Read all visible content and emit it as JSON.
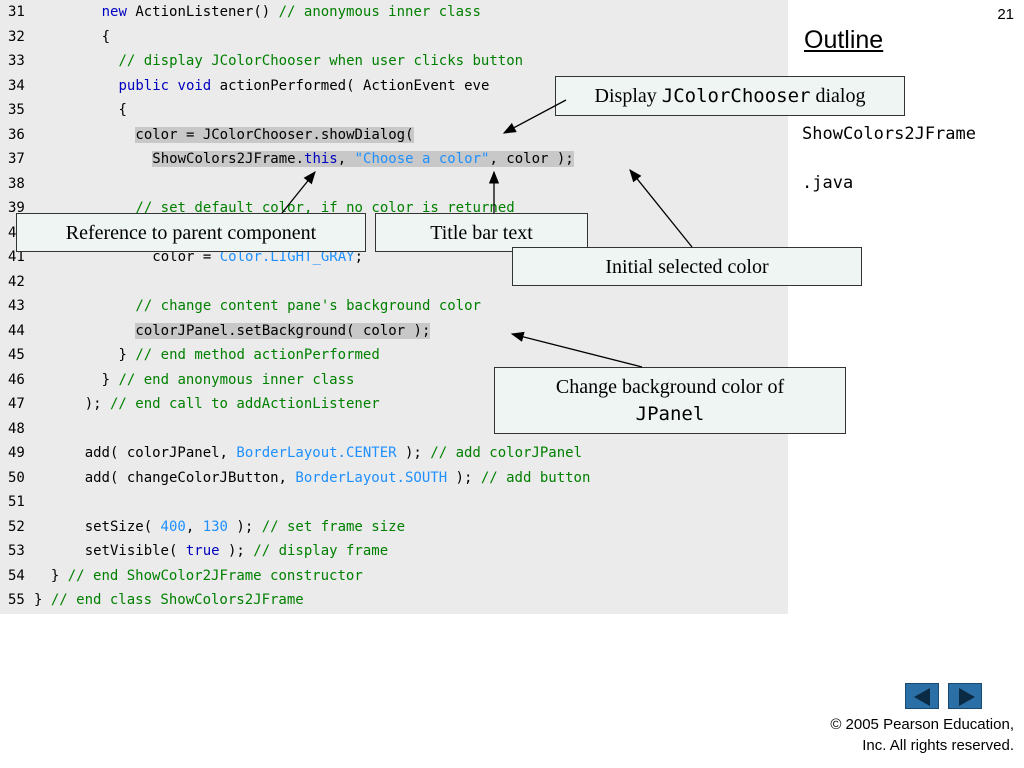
{
  "slide_number": "21",
  "outline_title": "Outline",
  "side_file_lines": [
    "ShowColors2JFrame",
    ".java"
  ],
  "side_partial": ")",
  "code_lines": [
    {
      "n": "31",
      "indent": 8,
      "parts": [
        {
          "t": "new",
          "c": "kw"
        },
        {
          "t": " ActionListener() ",
          "c": ""
        },
        {
          "t": "// anonymous inner class",
          "c": "cm"
        }
      ]
    },
    {
      "n": "32",
      "indent": 8,
      "parts": [
        {
          "t": "{",
          "c": ""
        }
      ]
    },
    {
      "n": "33",
      "indent": 10,
      "parts": [
        {
          "t": "// display JColorChooser when user clicks button",
          "c": "cm"
        }
      ]
    },
    {
      "n": "34",
      "indent": 10,
      "parts": [
        {
          "t": "public",
          "c": "kw"
        },
        {
          "t": " ",
          "c": ""
        },
        {
          "t": "void",
          "c": "kw"
        },
        {
          "t": " actionPerformed( ActionEvent eve",
          "c": ""
        }
      ]
    },
    {
      "n": "35",
      "indent": 10,
      "parts": [
        {
          "t": "{",
          "c": ""
        }
      ]
    },
    {
      "n": "36",
      "indent": 12,
      "parts": [
        {
          "t": "color = JColorChooser.showDialog(",
          "c": "hl"
        }
      ]
    },
    {
      "n": "37",
      "indent": 14,
      "parts": [
        {
          "t": "ShowColors2JFrame.",
          "c": "hl"
        },
        {
          "t": "this",
          "c": "hl kw"
        },
        {
          "t": ", ",
          "c": "hl"
        },
        {
          "t": "\"Choose a color\"",
          "c": "hl lit"
        },
        {
          "t": ", color );",
          "c": "hl"
        }
      ]
    },
    {
      "n": "38",
      "indent": 0,
      "parts": []
    },
    {
      "n": "39",
      "indent": 12,
      "parts": [
        {
          "t": "// set default color, if no color is returned",
          "c": "cm"
        }
      ]
    },
    {
      "n": "40",
      "indent": 12,
      "parts": []
    },
    {
      "n": "41",
      "indent": 14,
      "parts": [
        {
          "t": "color = ",
          "c": ""
        },
        {
          "t": "Color.LIGHT_GRAY",
          "c": "lit"
        },
        {
          "t": ";",
          "c": ""
        }
      ]
    },
    {
      "n": "42",
      "indent": 0,
      "parts": []
    },
    {
      "n": "43",
      "indent": 12,
      "parts": [
        {
          "t": "// change content pane's background color",
          "c": "cm"
        }
      ]
    },
    {
      "n": "44",
      "indent": 12,
      "parts": [
        {
          "t": "colorJPanel.setBackground( color );",
          "c": "hl"
        }
      ]
    },
    {
      "n": "45",
      "indent": 10,
      "parts": [
        {
          "t": "} ",
          "c": ""
        },
        {
          "t": "// end method actionPerformed",
          "c": "cm"
        }
      ]
    },
    {
      "n": "46",
      "indent": 8,
      "parts": [
        {
          "t": "} ",
          "c": ""
        },
        {
          "t": "// end anonymous inner class",
          "c": "cm"
        }
      ]
    },
    {
      "n": "47",
      "indent": 6,
      "parts": [
        {
          "t": "); ",
          "c": ""
        },
        {
          "t": "// end call to addActionListener",
          "c": "cm"
        }
      ]
    },
    {
      "n": "48",
      "indent": 0,
      "parts": []
    },
    {
      "n": "49",
      "indent": 6,
      "parts": [
        {
          "t": "add( colorJPanel, ",
          "c": ""
        },
        {
          "t": "BorderLayout.CENTER",
          "c": "lit"
        },
        {
          "t": " ); ",
          "c": ""
        },
        {
          "t": "// add colorJPanel",
          "c": "cm"
        }
      ]
    },
    {
      "n": "50",
      "indent": 6,
      "parts": [
        {
          "t": "add( changeColorJButton, ",
          "c": ""
        },
        {
          "t": "BorderLayout.SOUTH",
          "c": "lit"
        },
        {
          "t": " ); ",
          "c": ""
        },
        {
          "t": "// add button",
          "c": "cm"
        }
      ]
    },
    {
      "n": "51",
      "indent": 0,
      "parts": []
    },
    {
      "n": "52",
      "indent": 6,
      "parts": [
        {
          "t": "setSize( ",
          "c": ""
        },
        {
          "t": "400",
          "c": "lit"
        },
        {
          "t": ", ",
          "c": ""
        },
        {
          "t": "130",
          "c": "lit"
        },
        {
          "t": " ); ",
          "c": ""
        },
        {
          "t": "// set frame size",
          "c": "cm"
        }
      ]
    },
    {
      "n": "53",
      "indent": 6,
      "parts": [
        {
          "t": "setVisible( ",
          "c": ""
        },
        {
          "t": "true",
          "c": "kw"
        },
        {
          "t": " ); ",
          "c": ""
        },
        {
          "t": "// display frame",
          "c": "cm"
        }
      ]
    },
    {
      "n": "54",
      "indent": 2,
      "parts": [
        {
          "t": "} ",
          "c": ""
        },
        {
          "t": "// end ShowColor2JFrame constructor",
          "c": "cm"
        }
      ]
    },
    {
      "n": "55",
      "indent": 0,
      "parts": [
        {
          "t": "} ",
          "c": ""
        },
        {
          "t": "// end class ShowColors2JFrame",
          "c": "cm"
        }
      ]
    }
  ],
  "callouts": {
    "display_dialog": {
      "pre": "Display ",
      "mono": "JColorChooser",
      "post": " dialog"
    },
    "parent_component": "Reference to parent component",
    "title_bar": "Title bar text",
    "initial_color": "Initial selected color",
    "change_bg": {
      "line1": "Change background color of",
      "mono": "JPanel"
    }
  },
  "nav": {
    "prev_icon": "left-arrow-icon",
    "next_icon": "right-arrow-icon",
    "color": "#2a6fa6"
  },
  "copyright": {
    "line1": "© 2005 Pearson Education,",
    "line2": "Inc.  All rights reserved."
  },
  "colors": {
    "keyword": "#0000c0",
    "comment": "#008000",
    "literal": "#1e90ff",
    "highlight": "#c8c8c8",
    "panel": "#ebebeb",
    "callout_bg": "#eef5f3"
  }
}
